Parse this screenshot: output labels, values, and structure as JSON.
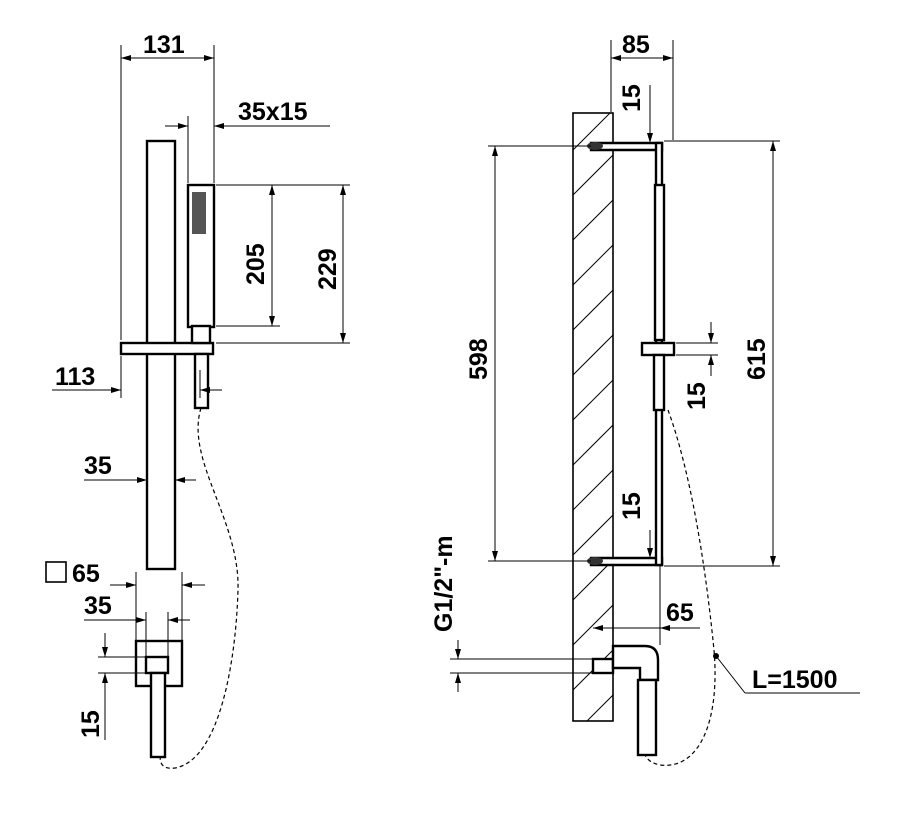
{
  "dimensions": {
    "left_view": {
      "width_total": "131",
      "handshower_section": "35x15",
      "handshower_length": "205",
      "handshower_total": "229",
      "holder_offset": "113",
      "bar_width": "35",
      "outlet_plate": "65",
      "outlet_width": "35",
      "outlet_offset": "15"
    },
    "right_view": {
      "depth_total": "85",
      "top_bracket": "15",
      "bar_length_inner": "598",
      "bar_length_total": "615",
      "holder_height": "15",
      "bottom_bracket": "15",
      "outlet_depth": "65",
      "thread": "G1/2\"-m",
      "hose_length": "L=1500"
    }
  },
  "symbols": {
    "square_symbol": "square-icon"
  }
}
